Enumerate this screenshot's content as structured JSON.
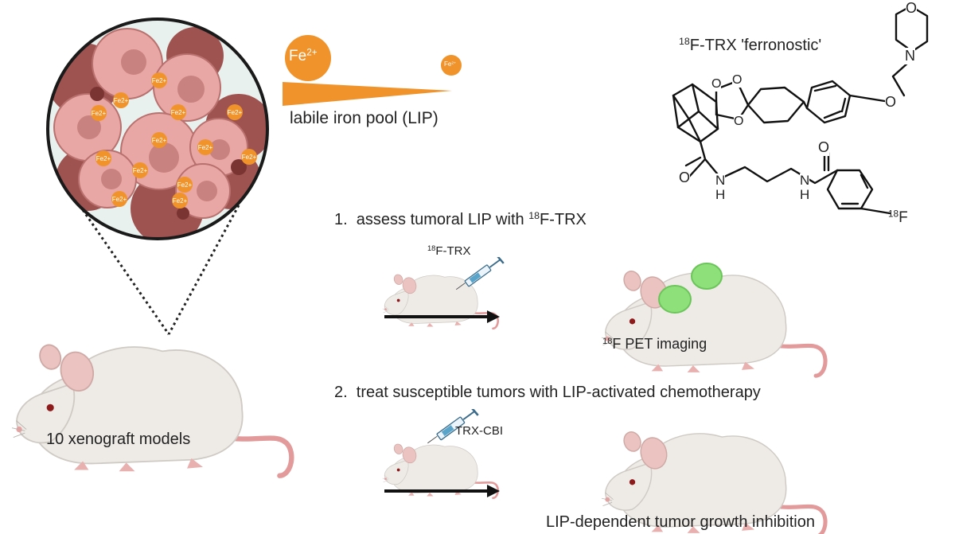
{
  "colors": {
    "iron": "#F0932A",
    "tumor_light": "#E8A7A4",
    "tumor_dark": "#9E5350",
    "mouse_body": "#EEEBE7",
    "mouse_tail": "#E39A9A",
    "pet_signal": "#8EE07A",
    "arrow": "#111111",
    "gradient_bar": "#F0932A"
  },
  "iron_gradient": {
    "big_ion_label": "Fe",
    "big_ion_charge": "2+",
    "small_ion_label": "Fe",
    "small_ion_charge": "2+",
    "caption": "labile iron pool (LIP)"
  },
  "tumor_ion_label": "Fe2+",
  "xenograft_label": "10 xenograft models",
  "probe": {
    "isotope": "18",
    "name": "F-TRX 'ferronostic'"
  },
  "molecule_atoms": {
    "o_peroxide_1": "O",
    "o_peroxide_2": "O",
    "o_ring": "O",
    "o_ether": "O",
    "n_morpholine": "N",
    "o_morpholine": "O",
    "o_amide_1": "O",
    "nh_1": "N",
    "h_1": "H",
    "nh_2": "N",
    "h_2": "H",
    "o_amide_2": "O",
    "f_isotope": "18",
    "f_atom": "F"
  },
  "step1": {
    "prefix": "1.  assess tumoral LIP with ",
    "isotope": "18",
    "suffix": "F-TRX",
    "injection_isotope": "18",
    "injection_label": "F-TRX",
    "result_isotope": "18",
    "result_label": "F PET imaging"
  },
  "step2": {
    "text": "2.  treat susceptible tumors with LIP-activated chemotherapy",
    "injection_label": "TRX-CBI",
    "result_label": "LIP-dependent tumor growth inhibition"
  }
}
